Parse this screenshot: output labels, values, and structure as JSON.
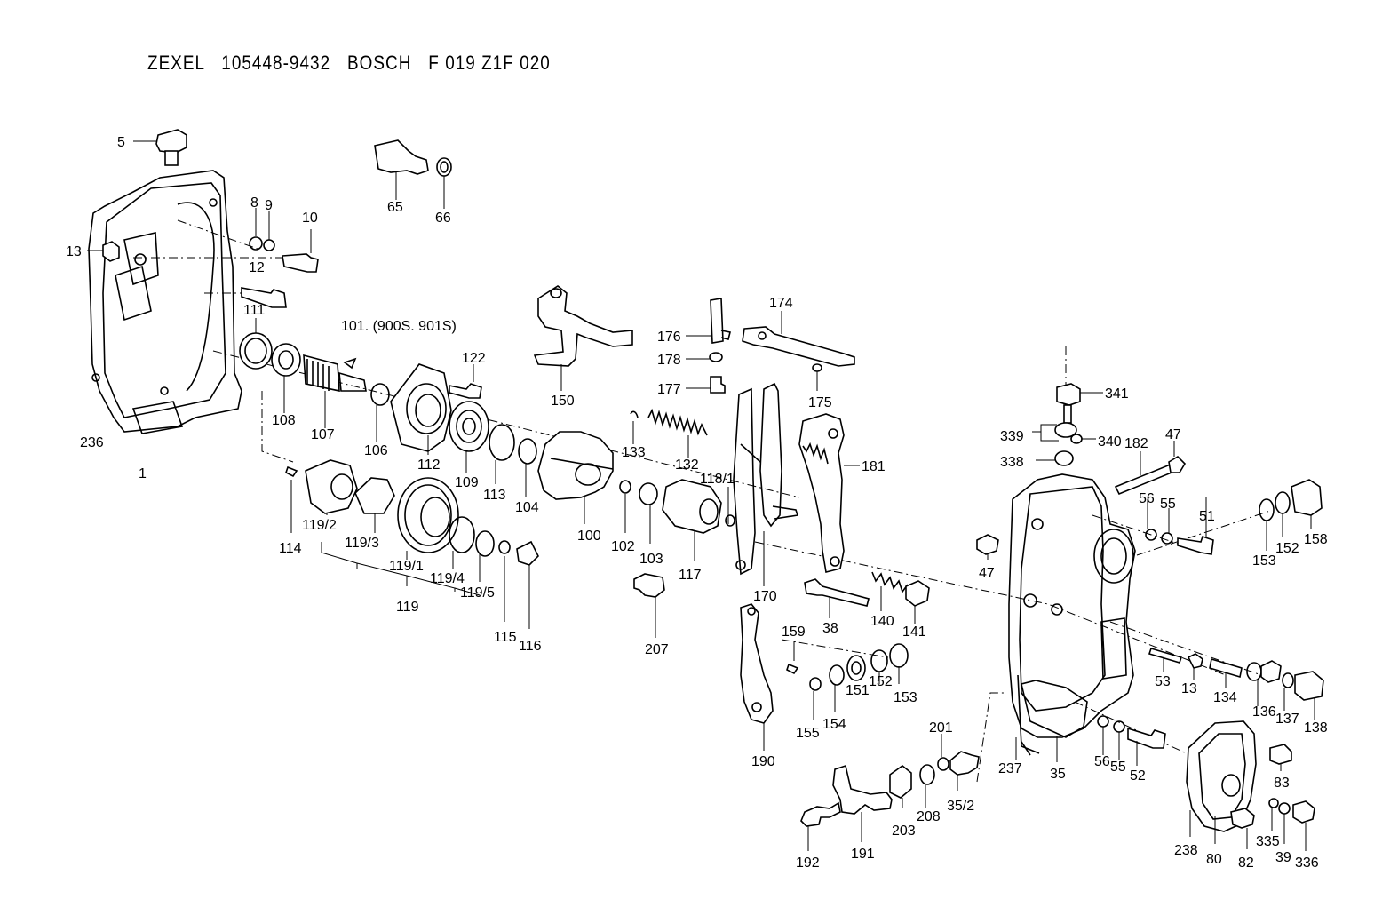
{
  "title": "ZEXEL   105448-9432   BOSCH   F 019 Z1F 020",
  "callouts": [
    {
      "id": "c5",
      "text": "5"
    },
    {
      "id": "c8",
      "text": "8"
    },
    {
      "id": "c9",
      "text": "9"
    },
    {
      "id": "c10",
      "text": "10"
    },
    {
      "id": "c13a",
      "text": "13"
    },
    {
      "id": "c12",
      "text": "12"
    },
    {
      "id": "c65",
      "text": "65"
    },
    {
      "id": "c66",
      "text": "66"
    },
    {
      "id": "c111",
      "text": "111"
    },
    {
      "id": "c101",
      "text": "101. (900S. 901S)"
    },
    {
      "id": "c122",
      "text": "122"
    },
    {
      "id": "c108",
      "text": "108"
    },
    {
      "id": "c107",
      "text": "107"
    },
    {
      "id": "c106",
      "text": "106"
    },
    {
      "id": "c112",
      "text": "112"
    },
    {
      "id": "c109",
      "text": "109"
    },
    {
      "id": "c113",
      "text": "113"
    },
    {
      "id": "c104",
      "text": "104"
    },
    {
      "id": "c236",
      "text": "236"
    },
    {
      "id": "c1",
      "text": "1"
    },
    {
      "id": "c114",
      "text": "114"
    },
    {
      "id": "c119_2",
      "text": "119/2"
    },
    {
      "id": "c119_3",
      "text": "119/3"
    },
    {
      "id": "c119_1",
      "text": "119/1"
    },
    {
      "id": "c119_4",
      "text": "119/4"
    },
    {
      "id": "c119_5",
      "text": "119/5"
    },
    {
      "id": "c119",
      "text": "119"
    },
    {
      "id": "c115",
      "text": "115"
    },
    {
      "id": "c116",
      "text": "116"
    },
    {
      "id": "c150",
      "text": "150"
    },
    {
      "id": "c133",
      "text": "133"
    },
    {
      "id": "c132",
      "text": "132"
    },
    {
      "id": "c100",
      "text": "100"
    },
    {
      "id": "c102",
      "text": "102"
    },
    {
      "id": "c103",
      "text": "103"
    },
    {
      "id": "c117",
      "text": "117"
    },
    {
      "id": "c118_1",
      "text": "118/1"
    },
    {
      "id": "c207",
      "text": "207"
    },
    {
      "id": "c176",
      "text": "176"
    },
    {
      "id": "c174",
      "text": "174"
    },
    {
      "id": "c178",
      "text": "178"
    },
    {
      "id": "c177",
      "text": "177"
    },
    {
      "id": "c175",
      "text": "175"
    },
    {
      "id": "c181",
      "text": "181"
    },
    {
      "id": "c170",
      "text": "170"
    },
    {
      "id": "c38",
      "text": "38"
    },
    {
      "id": "c140",
      "text": "140"
    },
    {
      "id": "c141",
      "text": "141"
    },
    {
      "id": "c159",
      "text": "159"
    },
    {
      "id": "c155",
      "text": "155"
    },
    {
      "id": "c154",
      "text": "154"
    },
    {
      "id": "c151",
      "text": "151"
    },
    {
      "id": "c152a",
      "text": "152"
    },
    {
      "id": "c153a",
      "text": "153"
    },
    {
      "id": "c190",
      "text": "190"
    },
    {
      "id": "c341",
      "text": "341"
    },
    {
      "id": "c339",
      "text": "339"
    },
    {
      "id": "c340",
      "text": "340"
    },
    {
      "id": "c338",
      "text": "338"
    },
    {
      "id": "c182",
      "text": "182"
    },
    {
      "id": "c47a",
      "text": "47"
    },
    {
      "id": "c56a",
      "text": "56"
    },
    {
      "id": "c55a",
      "text": "55"
    },
    {
      "id": "c51",
      "text": "51"
    },
    {
      "id": "c47b",
      "text": "47"
    },
    {
      "id": "c153b",
      "text": "153"
    },
    {
      "id": "c152b",
      "text": "152"
    },
    {
      "id": "c158",
      "text": "158"
    },
    {
      "id": "c53",
      "text": "53"
    },
    {
      "id": "c13b",
      "text": "13"
    },
    {
      "id": "c134",
      "text": "134"
    },
    {
      "id": "c136",
      "text": "136"
    },
    {
      "id": "c137",
      "text": "137"
    },
    {
      "id": "c138",
      "text": "138"
    },
    {
      "id": "c201",
      "text": "201"
    },
    {
      "id": "c237",
      "text": "237"
    },
    {
      "id": "c35",
      "text": "35"
    },
    {
      "id": "c56b",
      "text": "56"
    },
    {
      "id": "c55b",
      "text": "55"
    },
    {
      "id": "c52",
      "text": "52"
    },
    {
      "id": "c192",
      "text": "192"
    },
    {
      "id": "c191",
      "text": "191"
    },
    {
      "id": "c203",
      "text": "203"
    },
    {
      "id": "c208",
      "text": "208"
    },
    {
      "id": "c35_2",
      "text": "35/2"
    },
    {
      "id": "c83",
      "text": "83"
    },
    {
      "id": "c238",
      "text": "238"
    },
    {
      "id": "c80",
      "text": "80"
    },
    {
      "id": "c82",
      "text": "82"
    },
    {
      "id": "c335",
      "text": "335"
    },
    {
      "id": "c39",
      "text": "39"
    },
    {
      "id": "c336",
      "text": "336"
    }
  ]
}
